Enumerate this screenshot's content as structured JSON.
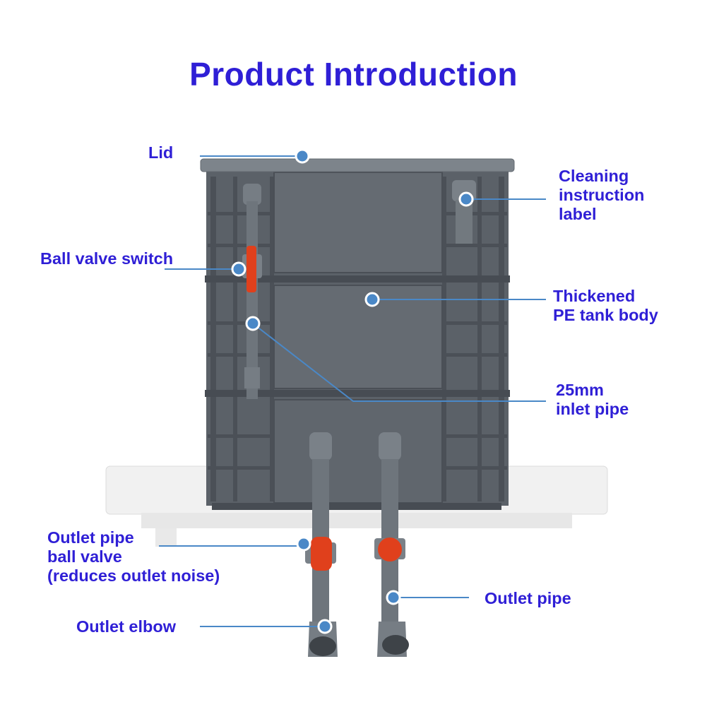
{
  "title": "Product Introduction",
  "labels": {
    "lid": "Lid",
    "cleaning": [
      "Cleaning",
      "instruction",
      "label"
    ],
    "ball_valve": "Ball valve switch",
    "thickened": [
      "Thickened",
      "PE tank body"
    ],
    "inlet": [
      "25mm",
      "inlet pipe"
    ],
    "outlet_valve": [
      "Outlet pipe",
      "ball valve",
      "(reduces outlet noise)"
    ],
    "outlet_pipe": "Outlet pipe",
    "outlet_elbow": "Outlet elbow"
  },
  "colors": {
    "title_text": "#2f1fd6",
    "tank_body": "#5b6168",
    "tank_dark": "#474c53",
    "valve_handle": "#e0401c",
    "callout_line": "#4a88c7",
    "callout_dot": "#4a88c7",
    "shelf": "#ededed"
  }
}
